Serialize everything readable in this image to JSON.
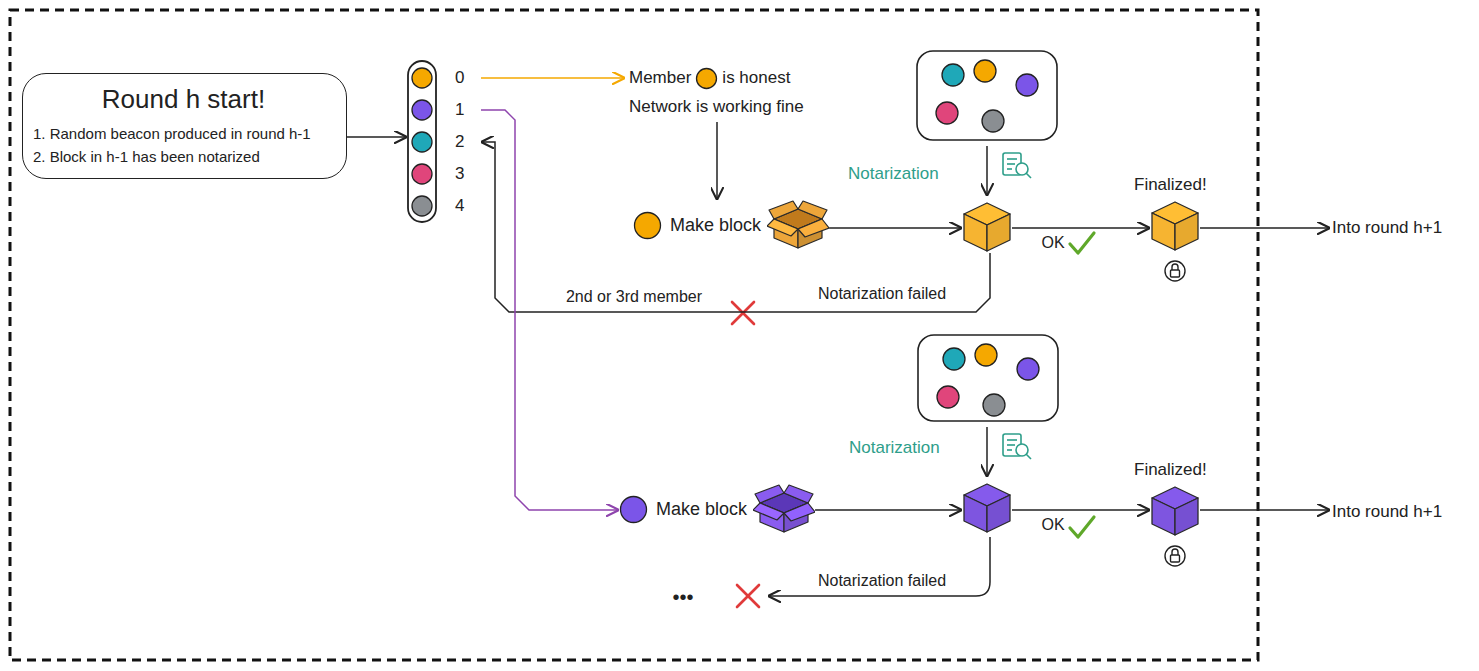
{
  "diagram": {
    "nodes": [
      {
        "text": [
          "Round h start!",
          "1. Random beacon produced in round h-1",
          "2. Block in h-1 has been notarized"
        ]
      },
      {
        "text": [
          "0",
          "1",
          "2",
          "3",
          "4"
        ]
      },
      {
        "text": [
          "Member",
          "is honest",
          "Network is working fine"
        ]
      },
      {
        "text": [
          "Make block"
        ]
      },
      {
        "text": [
          "Notarization"
        ]
      },
      {
        "text": [
          "Finalized!"
        ]
      },
      {
        "text": [
          "Into round h+1"
        ]
      },
      {
        "text": [
          "Make block"
        ]
      },
      {
        "text": [
          "Notarization"
        ]
      },
      {
        "text": [
          "Finalized!"
        ]
      },
      {
        "text": [
          "Into round h+1"
        ]
      }
    ],
    "edges": [
      {
        "from": 0,
        "to": 1,
        "arrow": "to"
      },
      {
        "from": 1,
        "to": 2,
        "arrow": "to"
      },
      {
        "from": 2,
        "to": 3,
        "arrow": "to"
      },
      {
        "from": 3,
        "to": 4,
        "arrow": "to"
      },
      {
        "from": 4,
        "to": 5,
        "label": "OK",
        "arrow": "to"
      },
      {
        "from": 5,
        "to": 6,
        "arrow": "to"
      },
      {
        "from": 4,
        "to": 1,
        "label": "Notarization failed",
        "arrow": "to"
      },
      {
        "from": 1,
        "to": 7,
        "arrow": "to"
      },
      {
        "from": 7,
        "to": 8,
        "arrow": "to"
      },
      {
        "from": 8,
        "to": 9,
        "label": "OK",
        "arrow": "to"
      },
      {
        "from": 9,
        "to": 10,
        "arrow": "to"
      }
    ],
    "labels": [
      "2nd or 3rd member",
      "Notarization failed",
      "•••"
    ]
  }
}
